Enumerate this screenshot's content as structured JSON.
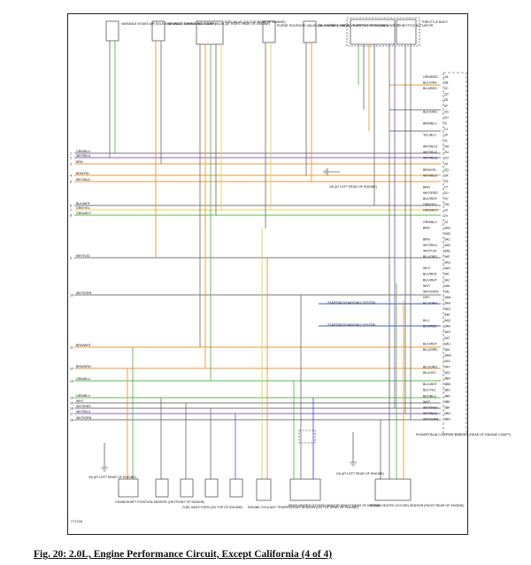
{
  "components": {
    "intake_solenoid": "VARIABLE INTAKE AIR SOLENOID VALVE (ON ENGINE COMPT)",
    "tumble_solenoid": "VARIABLE TUMBLE SOLENOID VALVE (AT RIGHT REAR OF ENGINE)",
    "egr_valve": "EGR VALVE (ON TOP REAR OF ENGINE)",
    "purge_solenoid": "PURGE SOLENOID VALVE (ON ENGINE COMPT)",
    "oil_control": "OIL CONTROL VALVE (ON FRONT OF ENGINE)",
    "throttle_position": "THROTTLE POSITION SENSOR",
    "throttle_actuator": "THROTTLE ACTUATOR",
    "throttle_body": "THROTTLE BODY",
    "pcm": "POWERTRAIN CONTROL MODULE (REAR OF ENGINE COMPT)",
    "crankshaft": "CRANKSHAFT POSITION SENSOR (ON FRONT OF ENGINE)",
    "injectors": "FUEL INJECTORS (ON TOP OF ENGINE)",
    "coolant_temp": "ENGINE COOLANT TEMPERATURE SENSOR (ON TOP REAR OF ENGINE)",
    "rear_o2": "REAR HEATED OXYGEN SENSOR (RIGHT REAR OF ENGINE)",
    "front_o2": "FRONT HEATED OXYGEN SENSOR (RIGHT REAR OF ENGINE)",
    "ground_g6": "G6 (AT LEFT REAR OF ENGINE)",
    "ground_g8": "G8 (AT LEFT REAR OF ENGINE)",
    "ground_g6b": "G6 (AT LEFT REAR OF ENGINE)"
  },
  "left_labels": [
    {
      "n": "1",
      "t": "GRN/BLU"
    },
    {
      "n": "2",
      "t": "WHT/BLU"
    },
    {
      "n": "3",
      "t": "BRN"
    },
    {
      "n": "4",
      "t": "BRN/YEL"
    },
    {
      "n": "5",
      "t": "WHT/BLK"
    },
    {
      "n": "6",
      "t": "BLK/WHT"
    },
    {
      "n": "7",
      "t": "GRN/YEL"
    },
    {
      "n": "8",
      "t": "GRN/WHT"
    },
    {
      "n": "9",
      "t": "WHT/VIO"
    },
    {
      "n": "10",
      "t": "WHT/GRN"
    },
    {
      "n": "11",
      "t": "BRN/WHT"
    },
    {
      "n": "12",
      "t": "BRN/GRN"
    },
    {
      "n": "13",
      "t": "GRN/BLU"
    },
    {
      "n": "14",
      "t": "GRN/BLU"
    },
    {
      "n": "15",
      "t": "WHT"
    },
    {
      "n": "16",
      "t": "WHT/RED"
    },
    {
      "n": "17",
      "t": "WHT/BLU"
    },
    {
      "n": "18",
      "t": "WHT/GRN"
    }
  ],
  "pcm_pins": [
    {
      "w": "GRN/RED",
      "p": "2A"
    },
    {
      "w": "BLK/ORG",
      "p": "2B"
    },
    {
      "w": "BLU/RED",
      "p": "2C"
    },
    {
      "w": "",
      "p": "2D"
    },
    {
      "w": "",
      "p": "2E"
    },
    {
      "w": "",
      "p": "2F"
    },
    {
      "w": "BLK/ORG",
      "p": "2G"
    },
    {
      "w": "",
      "p": "2H"
    },
    {
      "w": "BRN/BLU",
      "p": "2I"
    },
    {
      "w": "",
      "p": "2J"
    },
    {
      "w": "YEL/BLU",
      "p": "2K"
    },
    {
      "w": "",
      "p": "2L"
    },
    {
      "w": "WHT/BLU",
      "p": "2M"
    },
    {
      "w": "WHT/BLK",
      "p": "2N"
    },
    {
      "w": "WHT/BLU",
      "p": "2O"
    },
    {
      "w": "",
      "p": "2P"
    },
    {
      "w": "BRN/YEL",
      "p": "2Q"
    },
    {
      "w": "WHT/BLK",
      "p": "2R"
    },
    {
      "w": "",
      "p": "2S"
    },
    {
      "w": "BRN",
      "p": "2T"
    },
    {
      "w": "WHT/RED",
      "p": "2U"
    },
    {
      "w": "BLK/WHT",
      "p": "2V"
    },
    {
      "w": "GRN/YEL",
      "p": "2W"
    },
    {
      "w": "GRN/WHT",
      "p": "2X"
    },
    {
      "w": "",
      "p": "2Y"
    },
    {
      "w": "GRN/BLU",
      "p": "2Z"
    },
    {
      "w": "BRN",
      "p": "3AA"
    },
    {
      "w": "",
      "p": "3AB"
    },
    {
      "w": "BRN",
      "p": "3AC"
    },
    {
      "w": "WHT/BLU",
      "p": "3AD"
    },
    {
      "w": "WHT/VIO",
      "p": "3AE"
    },
    {
      "w": "BLU/ORG",
      "p": "3AF"
    },
    {
      "w": "",
      "p": "3AG"
    },
    {
      "w": "WHT",
      "p": "3AH"
    },
    {
      "w": "BLK/RED",
      "p": "3AI"
    },
    {
      "w": "BLK/WHT",
      "p": "3AJ"
    },
    {
      "w": "WHT",
      "p": "3AK"
    },
    {
      "w": "WHT/GRN",
      "p": "3AL"
    },
    {
      "w": "GRY",
      "p": "3AM"
    },
    {
      "w": "BLU/ORG",
      "p": "3AN"
    },
    {
      "w": "",
      "p": "3AO"
    },
    {
      "w": "",
      "p": "3AP"
    },
    {
      "w": "BLU",
      "p": "3AQ"
    },
    {
      "w": "BLU/RED",
      "p": "3AR"
    },
    {
      "w": "",
      "p": "3AS"
    },
    {
      "w": "",
      "p": "3AT"
    },
    {
      "w": "BLK/WHT",
      "p": "3AU"
    },
    {
      "w": "BLU/GRN",
      "p": "3AV"
    },
    {
      "w": "",
      "p": "3AW"
    },
    {
      "w": "",
      "p": "3AX"
    },
    {
      "w": "BLU/ORG",
      "p": "3AY"
    },
    {
      "w": "BLU/YEL",
      "p": "3AZ"
    },
    {
      "w": "",
      "p": "3BA"
    },
    {
      "w": "BLK/WHT",
      "p": "3BB"
    },
    {
      "w": "BLK/YEL",
      "p": "3BC"
    },
    {
      "w": "BLK/BLU",
      "p": "3BD"
    },
    {
      "w": "WHT",
      "p": "3BE"
    },
    {
      "w": "WHT/RED",
      "p": "3BF"
    },
    {
      "w": "WHT/BLU",
      "p": "3BG"
    },
    {
      "w": "WHT/GRN",
      "p": "3BH"
    }
  ],
  "starting_labels": [
    "STARTING/CHARGING SYSTEM",
    "STARTING/CHARGING SYSTEM"
  ],
  "fig_code": "271168",
  "caption": "Fig. 20: 2.0L, Engine Performance Circuit, Except California (4 of 4)",
  "colors": {
    "yellow": "#e8d24a",
    "green": "#5fb84a",
    "orange": "#e39a3a",
    "blue": "#3b5bd6",
    "purple": "#8a5cc4",
    "gray": "#777777"
  }
}
